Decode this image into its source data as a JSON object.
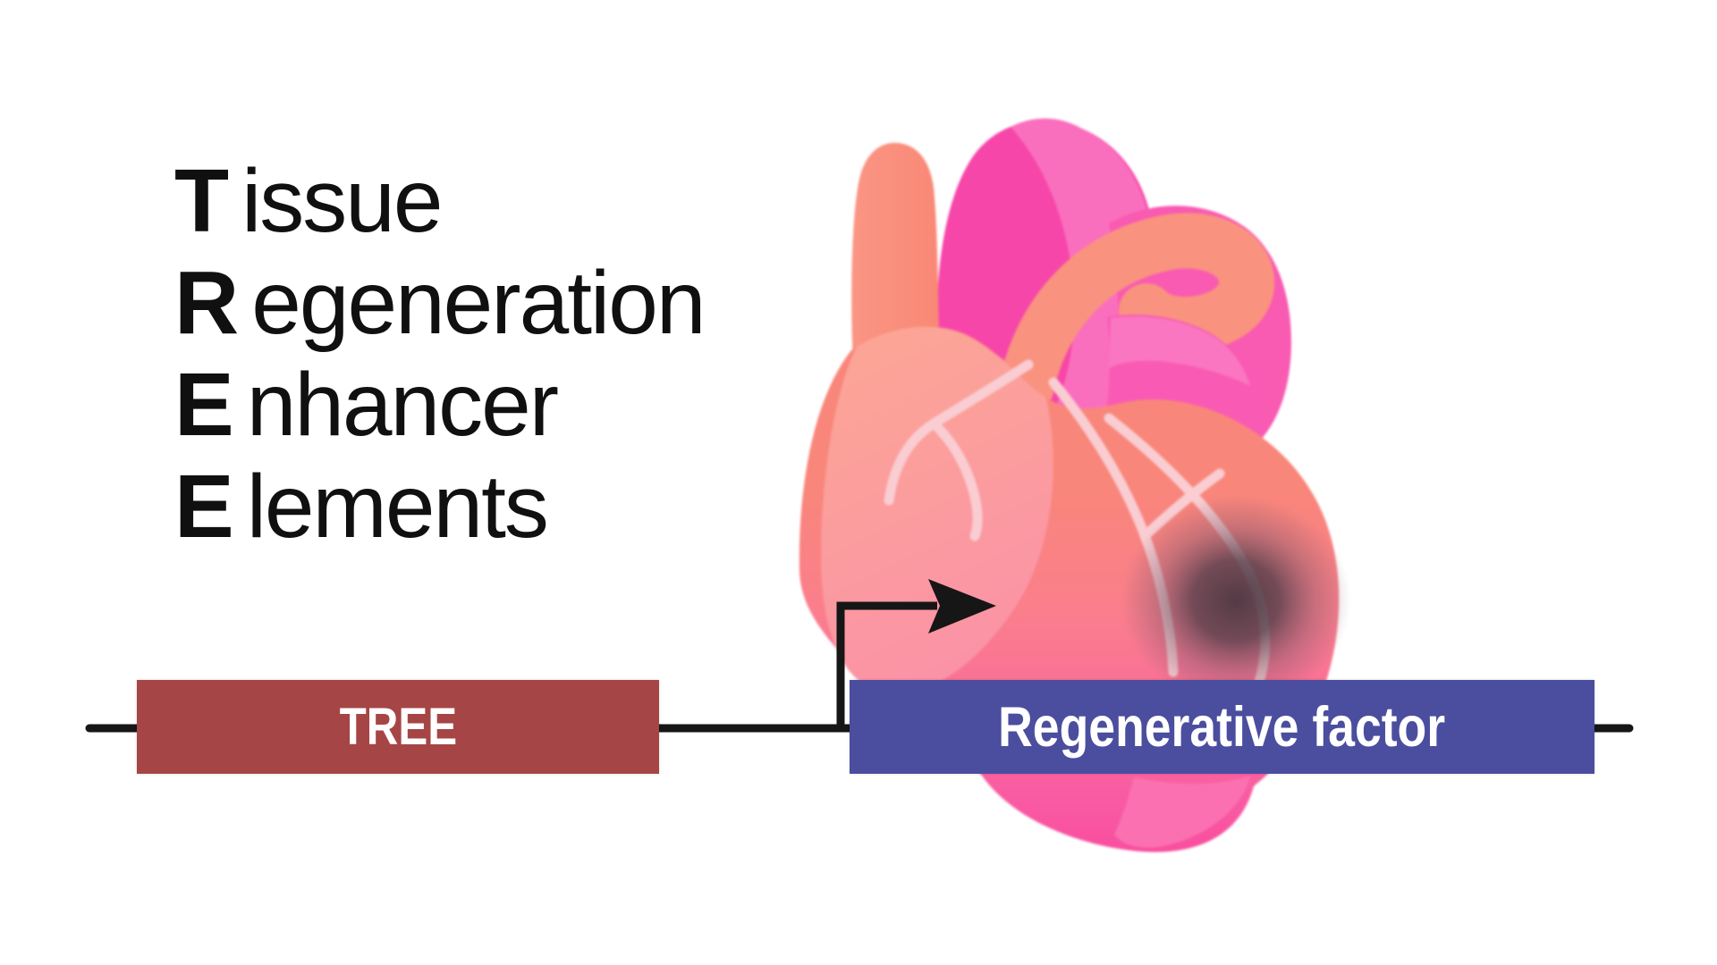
{
  "acronym": {
    "lines": [
      {
        "initial": "T",
        "rest": "issue"
      },
      {
        "initial": "R",
        "rest": "egeneration"
      },
      {
        "initial": "E",
        "rest": "nhancer"
      },
      {
        "initial": "E",
        "rest": "lements"
      }
    ]
  },
  "gene_diagram": {
    "tree_box": {
      "label": "TREE",
      "bg_color": "#A64545",
      "text_color": "#FFFFFF"
    },
    "factor_box": {
      "label": "Regenerative factor",
      "bg_color": "#4B4D9E",
      "text_color": "#FFFFFF"
    },
    "line_color": "#161616",
    "arrow_icon": "transcription-start-arrow"
  },
  "illustration": {
    "name": "anatomical-heart",
    "injury_mark": "dark-blurred-infarct-spot-lower-right",
    "palette": {
      "salmon": "#F9937F",
      "salmon_light": "#FCA493",
      "magenta_deep": "#F746A9",
      "magenta_light": "#FA6FBD",
      "rose": "#FA7E8C",
      "bright_pink": "#F94E9F",
      "coronary_vessel": "#F9CDD2",
      "infarct": "#4A3741"
    }
  },
  "background": "#FFFFFF"
}
